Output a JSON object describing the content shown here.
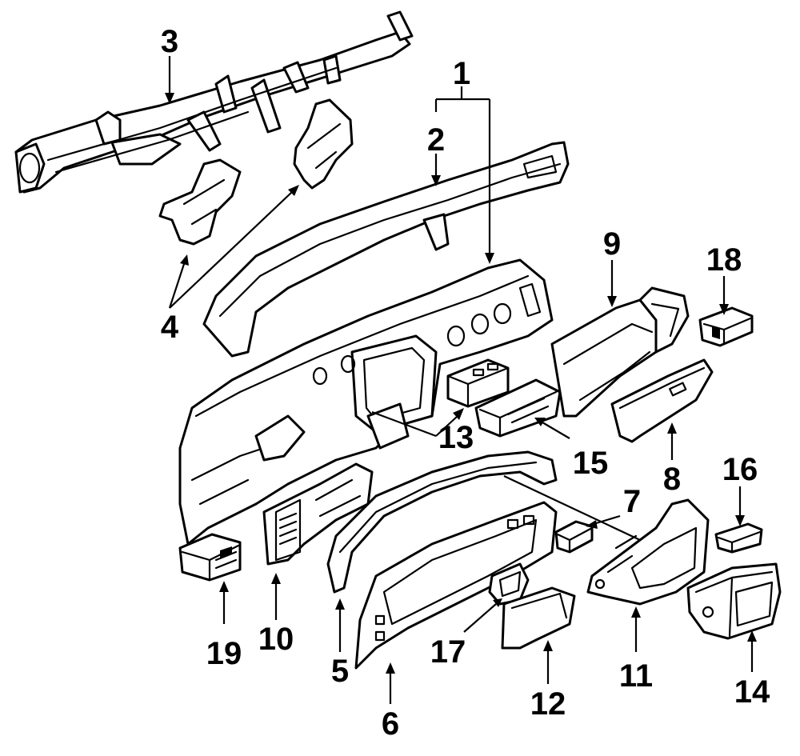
{
  "diagram": {
    "background": "#ffffff",
    "line_color": "#000000",
    "callouts": [
      "1",
      "2",
      "3",
      "4",
      "5",
      "6",
      "7",
      "8",
      "9",
      "10",
      "11",
      "12",
      "13",
      "14",
      "15",
      "16",
      "17",
      "18",
      "19"
    ]
  }
}
